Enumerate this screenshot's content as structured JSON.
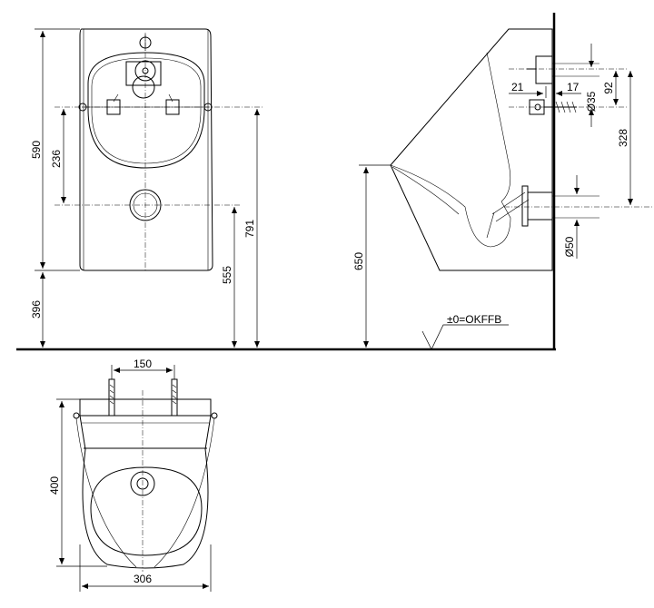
{
  "front_view": {
    "dim_590": "590",
    "dim_236": "236",
    "dim_396": "396",
    "dim_555": "555",
    "dim_791": "791"
  },
  "side_view": {
    "dim_650": "650",
    "dim_21": "21",
    "dim_17": "17",
    "dim_92": "92",
    "dim_d35": "Ø35",
    "dim_328": "328",
    "dim_d50": "Ø50",
    "floor_label": "±0=OKFFB"
  },
  "top_view": {
    "dim_150": "150",
    "dim_400": "400",
    "dim_306": "306"
  }
}
